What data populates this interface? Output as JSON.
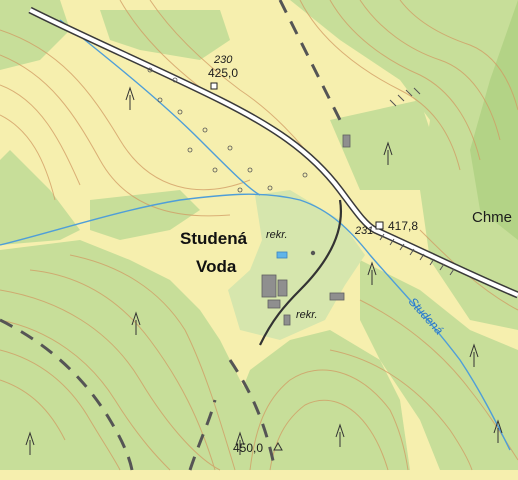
{
  "map": {
    "colors": {
      "meadow": "#f6efae",
      "forest": "#c7de99",
      "forest_dark": "#b3d386",
      "settlement": "#d6e6ad",
      "contour": "#d19a63",
      "stream": "#4f9ed8",
      "road_edge": "#3a3a3a",
      "building": "#8f8f8f"
    },
    "labels": {
      "village_line1": "Studená",
      "village_line2": "Voda",
      "rekr_1": "rekr.",
      "rekr_2": "rekr.",
      "spot_230": "230",
      "height_425": "425,0",
      "spot_231": "231",
      "height_4178": "417,8",
      "stream_name": "Studená",
      "height_450": "450,0",
      "chme": "Chme"
    },
    "icons": [
      "conifer-tree-icon",
      "triangulation-point-icon",
      "stream-line",
      "road-line",
      "building-icon"
    ]
  }
}
